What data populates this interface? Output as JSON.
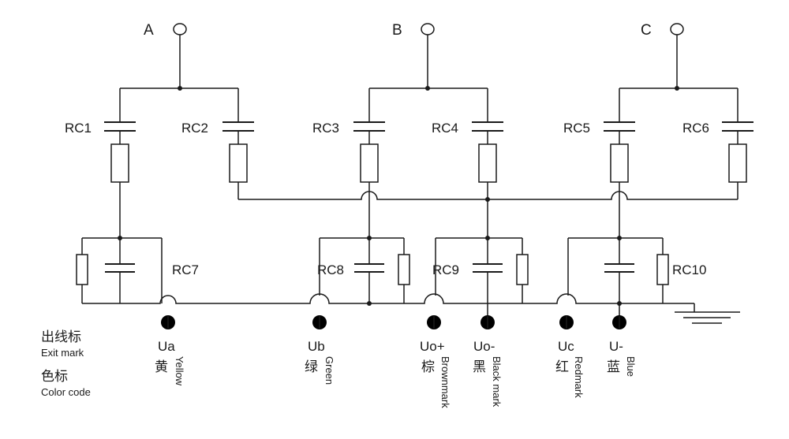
{
  "phases": [
    "A",
    "B",
    "C"
  ],
  "components": {
    "rc1": "RC1",
    "rc2": "RC2",
    "rc3": "RC3",
    "rc4": "RC4",
    "rc5": "RC5",
    "rc6": "RC6",
    "rc7": "RC7",
    "rc8": "RC8",
    "rc9": "RC9",
    "rc10": "RC10"
  },
  "outputs": [
    {
      "name": "Ua",
      "cn": "黄",
      "en": "Yellow"
    },
    {
      "name": "Ub",
      "cn": "绿",
      "en": "Green"
    },
    {
      "name": "Uo+",
      "cn": "棕",
      "en": "Brownmark"
    },
    {
      "name": "Uo-",
      "cn": "黑",
      "en": "Black mark"
    },
    {
      "name": "Uc",
      "cn": "红",
      "en": "Redmark"
    },
    {
      "name": "U-",
      "cn": "蓝",
      "en": "Blue"
    }
  ],
  "legend": {
    "exit_cn": "出线标",
    "exit_en": "Exit mark",
    "color_cn": "色标",
    "color_en": "Color code"
  }
}
